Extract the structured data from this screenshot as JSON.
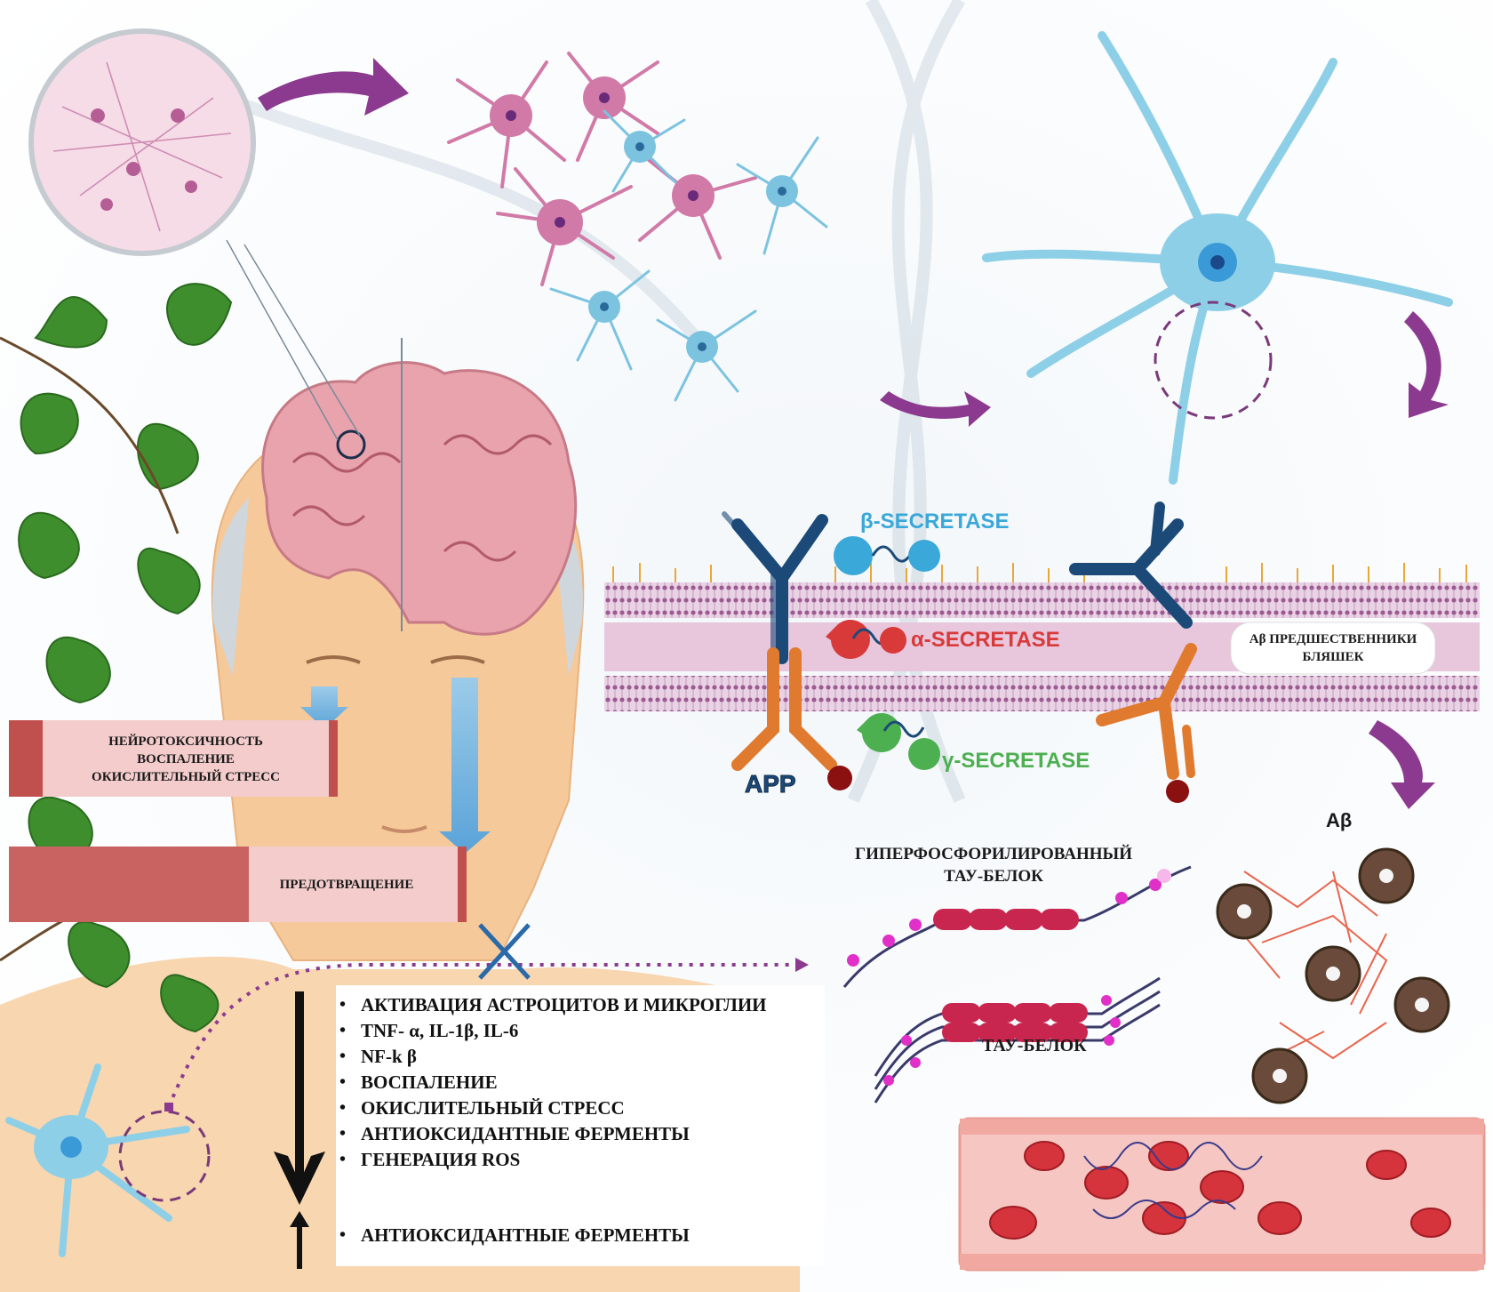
{
  "left_boxes": {
    "box1": [
      "НЕЙРОТОКСИЧНОСТЬ",
      "ВОСПАЛЕНИЕ",
      "ОКИСЛИТЕЛЬНЫЙ СТРЕСС"
    ],
    "box2": "ПРЕДОТВРАЩЕНИЕ"
  },
  "secretases": {
    "beta": "β-SECRETASE",
    "alpha": "α-SECRETASE",
    "gamma": "γ-SECRETASE"
  },
  "app_label": "APP",
  "ab_precursors": [
    "Aβ ПРЕДШЕСТВЕННИКИ",
    "БЛЯШЕК"
  ],
  "ab_label": "Aβ",
  "tau": {
    "hyper": [
      "ГИПЕРФОСФОРИЛИРОВАННЫЙ",
      "ТАУ-БЕЛОК"
    ],
    "normal": "ТАУ-БЕЛОК"
  },
  "effects_down": [
    "АКТИВАЦИЯ АСТРОЦИТОВ И МИКРОГЛИИ",
    "TNF- α, IL-1β, IL-6",
    "NF-k β",
    "ВОСПАЛЕНИЕ",
    "ОКИСЛИТЕЛЬНЫЙ СТРЕСС",
    "АНТИОКСИДАНТНЫЕ ФЕРМЕНТЫ",
    "ГЕНЕРАЦИЯ ROS"
  ],
  "effects_up": [
    "АНТИОКСИДАНТНЫЕ ФЕРМЕНТЫ"
  ],
  "colors": {
    "purple_arrow": "#8b3a8f",
    "membrane": "#c9a2c4",
    "pink_cell": "#d17aa8",
    "blue_cell": "#7cc3e0",
    "antibody_dark": "#1c4a78",
    "antibody_orange": "#e07a2e",
    "beta_color": "#3aa8d8",
    "alpha_color": "#d83a3a",
    "gamma_color": "#4caf50",
    "tau_bead": "#c8264e",
    "tau_dot": "#e030c8",
    "vessel": "#f6c7c2",
    "rbc": "#d6343c",
    "box_fill": "#f4cccc",
    "box_edge": "#c0504d",
    "leaf": "#3e8e2e"
  }
}
